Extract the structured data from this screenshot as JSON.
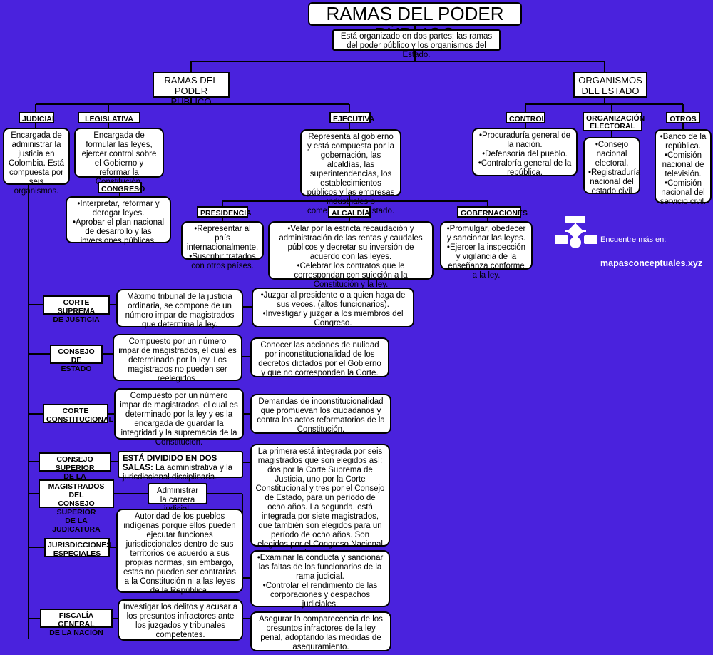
{
  "title": "RAMAS DEL PODER PÚBLICO",
  "intro": "Está organizado en dos partes: las ramas del poder público y los organismos del Estado.",
  "ramas": "RAMAS DEL\nPODER PÚBLICO",
  "organismos": "ORGANISMOS\nDEL ESTADO",
  "judicial": {
    "label": "JUDICIAL",
    "desc": "Encargada de administrar la justicia en Colombia. Está compuesta por seis organismos."
  },
  "legislativa": {
    "label": "LEGISLATIVA",
    "desc": "Encargada de formular las leyes, ejercer control sobre el Gobierno y reformar la Constitución.",
    "congreso": "CONGRESO",
    "funciones": "•Interpretar, reformar y derogar leyes.\n•Aprobar el plan nacional de desarrollo y las inversiones públicas."
  },
  "ejecutiva": {
    "label": "EJECUTIVA",
    "desc": "Representa al gobierno y está compuesta por la gobernación, las alcaldías, las superintendencias, los establecimientos públicos y las empresas industriales o comerciales del Estado.",
    "presidencia": {
      "label": "PRESIDENCIA",
      "desc": "•Representar al país internacionalmente.\n•Suscribir tratados con otros países."
    },
    "alcaldia": {
      "label": "ALCALDÍA",
      "desc": "•Velar por la estricta recaudación y administración de las rentas y caudales públicos y decretar su inversión de acuerdo con las leyes.\n•Celebrar los contratos que le correspondan con sujeción a la Constitución y la ley."
    },
    "gobernaciones": {
      "label": "GOBERNACIONES",
      "desc": "•Promulgar, obedecer y sancionar las leyes.\n•Ejercer la inspección y vigilancia de la enseñanza conforme a la ley."
    }
  },
  "control": {
    "label": "CONTROL",
    "desc": "•Procuraduría general de la nación.\n•Defensoría del pueblo.\n•Contraloría general de la república."
  },
  "electoral": {
    "label": "ORGANIZACIÓN\nELECTORAL",
    "desc": "•Consejo nacional electoral.\n•Registraduría nacional del estado civil"
  },
  "otros": {
    "label": "OTROS",
    "desc": "•Banco de la república.\n•Comisión nacional de televisión.\n•Comisión nacional del servicio civil."
  },
  "brand": {
    "line1": "Encuentre más en:",
    "line2": "mapasconceptuales.xyz"
  },
  "organos": [
    {
      "label": "CORTE SUPREMA\nDE JUSTICIA",
      "desc": "Máximo tribunal de la justicia ordinaria, se compone de un número impar de magistrados que determina la ley.",
      "func": "•Juzgar al presidente o a quien haga de sus veces. (altos funcionarios).\n•Investigar y juzgar a los miembros del Congreso."
    },
    {
      "label": "CONSEJO DE\nESTADO",
      "desc": "Compuesto por un número impar de magistrados, el cual es determinado por la ley. Los magistrados no pueden ser reelegidos.",
      "func": "Conocer las acciones de nulidad por inconstitucionalidad de los decretos dictados por el Gobierno y que no corresponden la Corte."
    },
    {
      "label": "CORTE\nCONSTITUCIONAL",
      "desc": "Compuesto por un número impar de magistrados, el cual es determinado por la ley y es la encargada de guardar la integridad y la supremacía de la Constitución.",
      "func": "Demandas de inconstitucionalidad que promuevan los ciudadanos y contra los actos reformatorios de la Constitución."
    },
    {
      "label": "CONSEJO SUPERIOR\nDE LA JUDICATURA",
      "desc_bold": "ESTÁ DIVIDIDO EN DOS SALAS:",
      "desc": " La administrativa y la jurisdiccional disciplinaria.",
      "func": "La primera está integrada por seis magistrados que son elegidos así: dos por la Corte Suprema de Justicia, uno por la Corte Constitucional y tres por el Consejo de Estado, para un período de ocho años. La segunda, está integrada por siete magistrados, que también son elegidos para un período de ocho años. Son elegidos por el Congreso Nacional de ternas."
    },
    {
      "label": "MAGISTRADOS DEL\nCONSEJO SUPERIOR\nDE LA JUDICATURA",
      "desc": "Administrar la carrera judicial.",
      "func": "•Examinar la conducta y sancionar las faltas de los funcionarios de la rama judicial.\n•Controlar el rendimiento de las corporaciones y despachos judiciales."
    },
    {
      "label": "JURISDICCIONES\nESPECIALES",
      "desc": "Autoridad de los pueblos indígenas porque ellos pueden ejecutar funciones jurisdiccionales dentro de sus territorios de acuerdo a sus propias normas, sin embargo, estas no pueden ser contrarias a la Constitución ni a las leyes de la República."
    },
    {
      "label": "FISCALÍA GENERAL\nDE LA NACIÓN",
      "desc": "Investigar los delitos y acusar a los presuntos infractores ante los juzgados y tribunales competentes.",
      "func": "Asegurar la comparecencia de los presuntos infractores de la ley penal, adoptando las medidas de aseguramiento."
    }
  ]
}
